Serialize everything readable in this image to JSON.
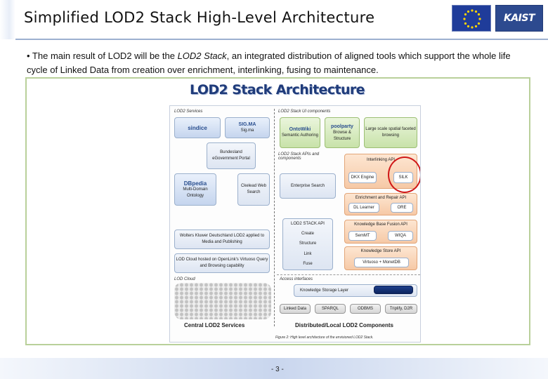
{
  "slide": {
    "title": "Simplified LOD2 Stack High-Level Architecture",
    "logo_right": "KAIST",
    "bullet_prefix": "• The main result of LOD2 will be the ",
    "bullet_emphasis": "LOD2 Stack",
    "bullet_suffix": ", an integrated distribution of aligned tools which support the whole life cycle of Linked Data from creation over enrichment, interlinking, fusing to maintenance.",
    "page_number": "- 3 -"
  },
  "figure": {
    "title": "LOD2 Stack Architecture",
    "left_header": "LOD2 Services",
    "right_header": "LOD2 Stack UI components",
    "apis_label": "LOD2 Stack APIs and components",
    "bottom_left": "Central LOD2 Services",
    "bottom_right": "Distributed/Local LOD2 Components",
    "caption": "Figure 2: High level architecture of the envisioned LOD2 Stack.",
    "left_boxes": {
      "sindice": "sindice",
      "sigma": "SIG.MA",
      "sigma_label": "Sig.ma",
      "govportal": "Bundesland eGovernment Portal",
      "dbpedia": "DBpedia",
      "dbpedia_label": "Multi-Domain Ontology",
      "web_search": "Ckelead Web Search",
      "wolters": "Wolters Kluwer Deutschland LOD2 applied to Media and Publishing",
      "lodcloud": "LOD Cloud hosted on OpenLink's Virtuoso Query and Browsing capability",
      "lodcloud_header": "LOD Cloud"
    },
    "right_boxes": {
      "ontowiki": "OntoWiki",
      "ontowiki_label": "Semantic Authoring",
      "poolparty": "poolparty",
      "poolparty_label": "Browse & Structure",
      "faceted": "Large scale spatial faceted browsing",
      "interlinking_api": "Interlinking API",
      "dkx_engine": "DKX Engine",
      "silk": "SILK",
      "enterprise": "Enterprise Search",
      "enrichment_api": "Enrichment and Repair API",
      "dl_learner": "DL Learner",
      "ore": "ORE",
      "stack_api": "LOD2 STACK API",
      "create": "Create",
      "structure": "Structure",
      "link": "Link",
      "fuse": "Fuse",
      "fusion_api": "Knowledge Base Fusion API",
      "semmt": "SemMT",
      "wiqa": "WIQA",
      "store_api": "Knowledge Store API",
      "virtuoso": "Virtuoso + MonetDB",
      "access_label": "Access interfaces",
      "storage_layer": "Knowledge Storage Layer",
      "linked_data": "Linked Data",
      "sparql": "SPARQL",
      "odbms": "ODBMS",
      "triplify": "Triplify, D2R"
    }
  }
}
